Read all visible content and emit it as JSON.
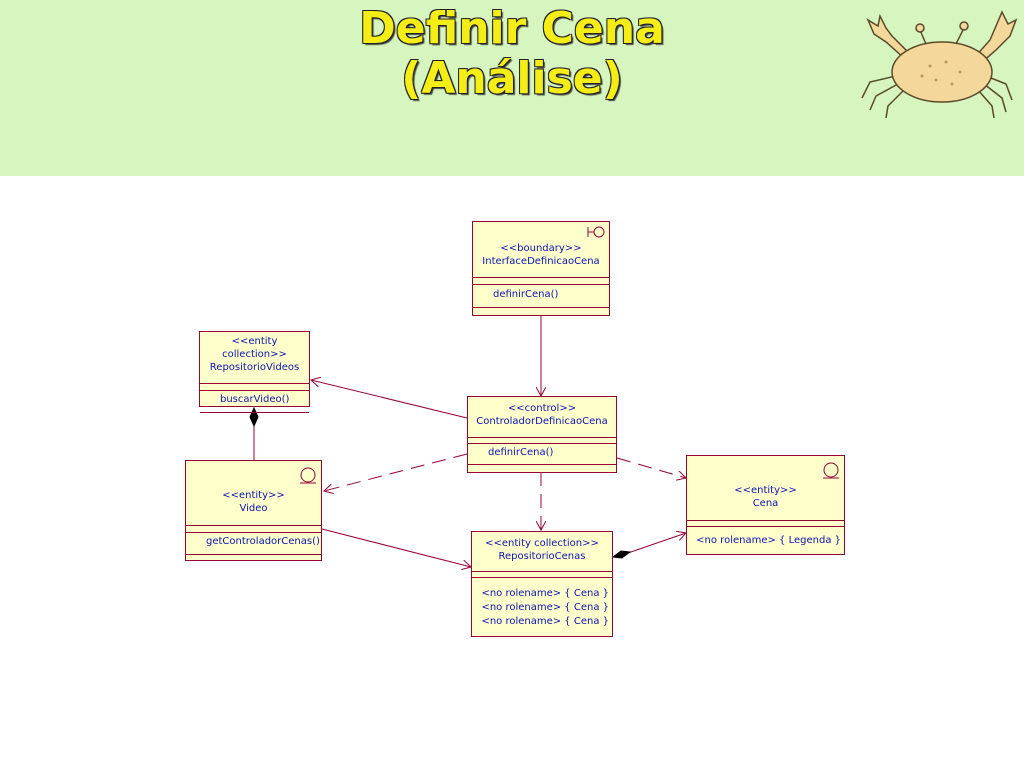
{
  "slide": {
    "title_line1": "Definir Cena",
    "title_line2": "(Análise)",
    "header_color": "#d6f5bf",
    "title_color": "#f5ee16"
  },
  "diagram": {
    "classes": {
      "interface": {
        "stereotype": "<<boundary>>",
        "name": "InterfaceDefinicaoCena",
        "operations": [
          "definirCena()"
        ],
        "icon": "boundary-icon"
      },
      "repo_videos": {
        "stereotype": "<<entity collection>>",
        "name": "RepositorioVideos",
        "operations": [
          "buscarVideo()"
        ]
      },
      "controller": {
        "stereotype": "<<control>>",
        "name": "ControladorDefinicaoCena",
        "operations": [
          "definirCena()"
        ]
      },
      "video": {
        "stereotype": "<<entity>>",
        "name": "Video",
        "operations": [
          "getControladorCenas()"
        ],
        "icon": "entity-icon"
      },
      "repo_cenas": {
        "stereotype": "<<entity collection>>",
        "name": "RepositorioCenas",
        "attributes": [
          "<no rolename> { Cena }",
          "<no rolename> { Cena }",
          "<no rolename> { Cena }"
        ]
      },
      "cena": {
        "stereotype": "<<entity>>",
        "name": "Cena",
        "attributes": [
          "<no rolename> { Legenda }"
        ],
        "icon": "entity-icon"
      }
    },
    "colors": {
      "box_fill": "#ffffcc",
      "border": "#990033",
      "text": "#0a14b4"
    }
  }
}
